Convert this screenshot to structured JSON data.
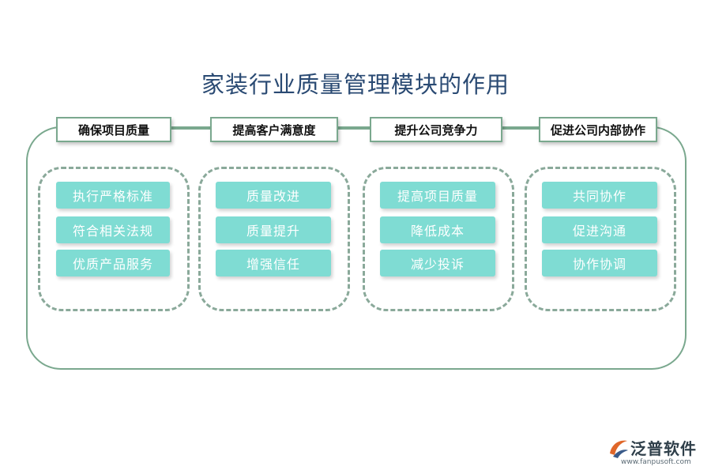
{
  "title": "家装行业质量管理模块的作用",
  "columns": [
    {
      "header": "确保项目质量",
      "items": [
        "执行严格标准",
        "符合相关法规",
        "优质产品服务"
      ]
    },
    {
      "header": "提高客户满意度",
      "items": [
        "质量改进",
        "质量提升",
        "增强信任"
      ]
    },
    {
      "header": "提升公司竞争力",
      "items": [
        "提高项目质量",
        "降低成本",
        "减少投诉"
      ]
    },
    {
      "header": "促进公司内部协作",
      "items": [
        "共同协作",
        "促进沟通",
        "协作协调"
      ]
    }
  ],
  "logo": {
    "name": "泛普软件",
    "url": "www.fanpusoft.com"
  },
  "colors": {
    "title": "#2a4a73",
    "frame": "#7aa88e",
    "pill": "#7fdcd3",
    "dash": "#8aa99a"
  }
}
